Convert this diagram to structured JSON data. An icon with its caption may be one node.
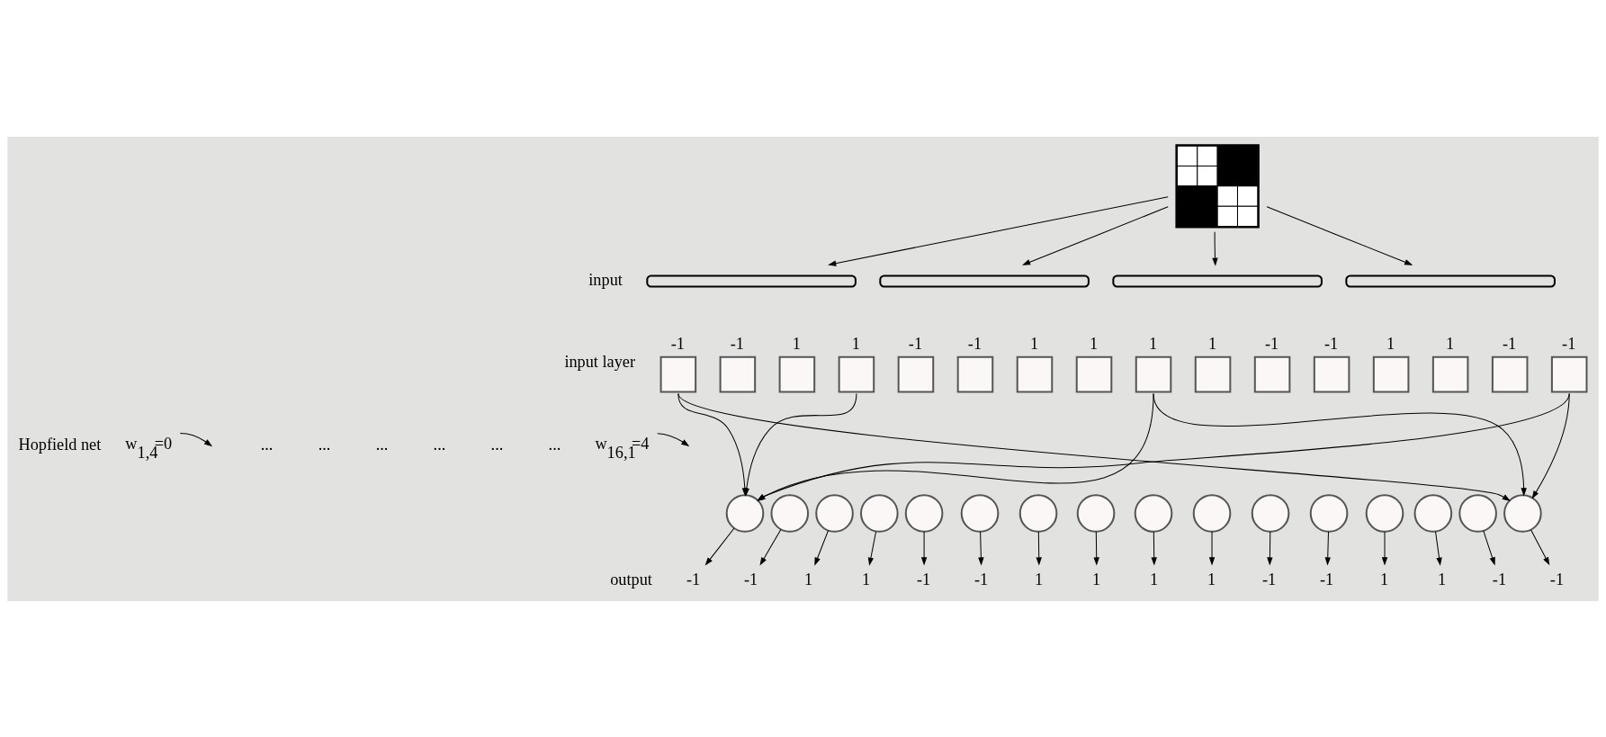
{
  "diagram": {
    "nodes": [
      {
        "text": [],
        "shape": "picture"
      },
      {
        "text": [],
        "shape": "brace"
      },
      {
        "text": [],
        "shape": "brace"
      },
      {
        "text": [],
        "shape": "brace"
      },
      {
        "text": [],
        "shape": "brace"
      },
      {
        "text": [],
        "shape": "box",
        "beside": [
          "-1"
        ]
      },
      {
        "text": [],
        "shape": "box",
        "beside": [
          "-1"
        ]
      },
      {
        "text": [],
        "shape": "box",
        "beside": [
          "1"
        ]
      },
      {
        "text": [],
        "shape": "box",
        "beside": [
          "1"
        ]
      },
      {
        "text": [],
        "shape": "box",
        "beside": [
          "-1"
        ]
      },
      {
        "text": [],
        "shape": "box",
        "beside": [
          "-1"
        ]
      },
      {
        "text": [],
        "shape": "box",
        "beside": [
          "1"
        ]
      },
      {
        "text": [],
        "shape": "box",
        "beside": [
          "1"
        ]
      },
      {
        "text": [],
        "shape": "box",
        "beside": [
          "1"
        ]
      },
      {
        "text": [],
        "shape": "box",
        "beside": [
          "1"
        ]
      },
      {
        "text": [],
        "shape": "box",
        "beside": [
          "-1"
        ]
      },
      {
        "text": [],
        "shape": "box",
        "beside": [
          "-1"
        ]
      },
      {
        "text": [],
        "shape": "box",
        "beside": [
          "1"
        ]
      },
      {
        "text": [],
        "shape": "box",
        "beside": [
          "1"
        ]
      },
      {
        "text": [],
        "shape": "box",
        "beside": [
          "-1"
        ]
      },
      {
        "text": [],
        "shape": "box",
        "beside": [
          "-1"
        ]
      },
      {
        "text": [],
        "shape": "circle"
      },
      {
        "text": [],
        "shape": "circle"
      },
      {
        "text": [],
        "shape": "circle"
      },
      {
        "text": [],
        "shape": "circle"
      },
      {
        "text": [],
        "shape": "circle"
      },
      {
        "text": [],
        "shape": "circle"
      },
      {
        "text": [],
        "shape": "circle"
      },
      {
        "text": [],
        "shape": "circle"
      },
      {
        "text": [],
        "shape": "circle"
      },
      {
        "text": [],
        "shape": "circle"
      },
      {
        "text": [],
        "shape": "circle"
      },
      {
        "text": [],
        "shape": "circle"
      },
      {
        "text": [],
        "shape": "circle"
      },
      {
        "text": [],
        "shape": "circle"
      },
      {
        "text": [],
        "shape": "circle"
      },
      {
        "text": [],
        "shape": "circle"
      },
      {
        "text": [
          "-1"
        ]
      },
      {
        "text": [
          "-1"
        ]
      },
      {
        "text": [
          "1"
        ]
      },
      {
        "text": [
          "1"
        ]
      },
      {
        "text": [
          "-1"
        ]
      },
      {
        "text": [
          "-1"
        ]
      },
      {
        "text": [
          "1"
        ]
      },
      {
        "text": [
          "1"
        ]
      },
      {
        "text": [
          "1"
        ]
      },
      {
        "text": [
          "1"
        ]
      },
      {
        "text": [
          "-1"
        ]
      },
      {
        "text": [
          "-1"
        ]
      },
      {
        "text": [
          "1"
        ]
      },
      {
        "text": [
          "1"
        ]
      },
      {
        "text": [
          "-1"
        ]
      },
      {
        "text": [
          "-1"
        ]
      },
      {
        "text": [
          "w$_{1,4}$=0"
        ]
      },
      {
        "text": [
          "w$_{16,1}$=4"
        ]
      }
    ],
    "edges": [
      {
        "from": 0,
        "to": 1,
        "arrow": "to"
      },
      {
        "from": 0,
        "to": 2,
        "arrow": "to"
      },
      {
        "from": 0,
        "to": 3,
        "arrow": "to"
      },
      {
        "from": 0,
        "to": 4,
        "arrow": "to"
      },
      {
        "from": 5,
        "to": 21,
        "arrow": "to"
      },
      {
        "from": 5,
        "to": 36,
        "arrow": "to"
      },
      {
        "from": 8,
        "to": 21,
        "arrow": "to"
      },
      {
        "from": 13,
        "to": 21,
        "arrow": "to"
      },
      {
        "from": 13,
        "to": 36,
        "arrow": "to"
      },
      {
        "from": 20,
        "to": 21,
        "arrow": "to"
      },
      {
        "from": 20,
        "to": 36,
        "arrow": "to"
      },
      {
        "from": 21,
        "to": 37,
        "arrow": "to"
      },
      {
        "from": 22,
        "to": 38,
        "arrow": "to"
      },
      {
        "from": 23,
        "to": 39,
        "arrow": "to"
      },
      {
        "from": 24,
        "to": 40,
        "arrow": "to"
      },
      {
        "from": 25,
        "to": 41,
        "arrow": "to"
      },
      {
        "from": 26,
        "to": 42,
        "arrow": "to"
      },
      {
        "from": 27,
        "to": 43,
        "arrow": "to"
      },
      {
        "from": 28,
        "to": 44,
        "arrow": "to"
      },
      {
        "from": 29,
        "to": 45,
        "arrow": "to"
      },
      {
        "from": 30,
        "to": 46,
        "arrow": "to"
      },
      {
        "from": 31,
        "to": 47,
        "arrow": "to"
      },
      {
        "from": 32,
        "to": 48,
        "arrow": "to"
      },
      {
        "from": 33,
        "to": 49,
        "arrow": "to"
      },
      {
        "from": 34,
        "to": 50,
        "arrow": "to"
      },
      {
        "from": 35,
        "to": 51,
        "arrow": "to"
      },
      {
        "from": 36,
        "to": 52,
        "arrow": "to"
      },
      {
        "from": 53,
        "to": null,
        "arrow": "to"
      },
      {
        "from": 54,
        "to": null,
        "arrow": "to"
      }
    ],
    "labels": [
      "input",
      "input layer",
      "Hopfield net",
      "...",
      "...",
      "...",
      "...",
      "...",
      "...",
      "output"
    ]
  }
}
